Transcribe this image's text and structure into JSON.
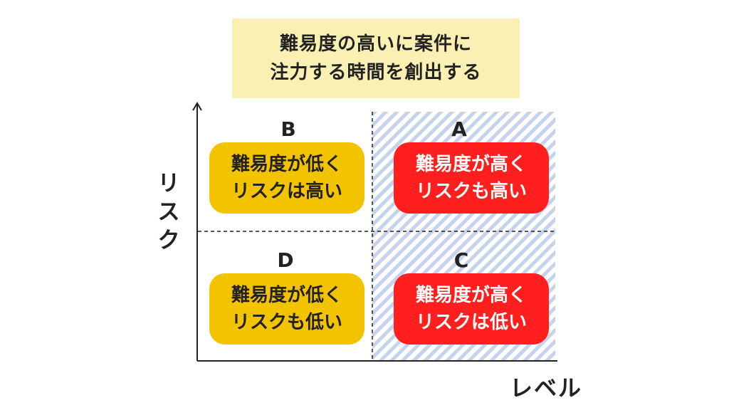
{
  "title": {
    "line1": "難易度の高いに案件に",
    "line2": "注力する時間を創出する"
  },
  "axes": {
    "y_label": "リスク",
    "x_label": "レベル"
  },
  "quadrants": {
    "a": {
      "letter": "A",
      "line1": "難易度が高く",
      "line2": "リスクも高い",
      "color": "#ff1f1f"
    },
    "b": {
      "letter": "B",
      "line1": "難易度が低く",
      "line2": "リスクは高い",
      "color": "#f3c300"
    },
    "c": {
      "letter": "C",
      "line1": "難易度が高く",
      "line2": "リスクは低い",
      "color": "#ff1f1f"
    },
    "d": {
      "letter": "D",
      "line1": "難易度が低く",
      "line2": "リスクも低い",
      "color": "#f3c300"
    }
  },
  "colors": {
    "title_background": "#fbf0b3",
    "hatch": "#c5d3eb"
  }
}
